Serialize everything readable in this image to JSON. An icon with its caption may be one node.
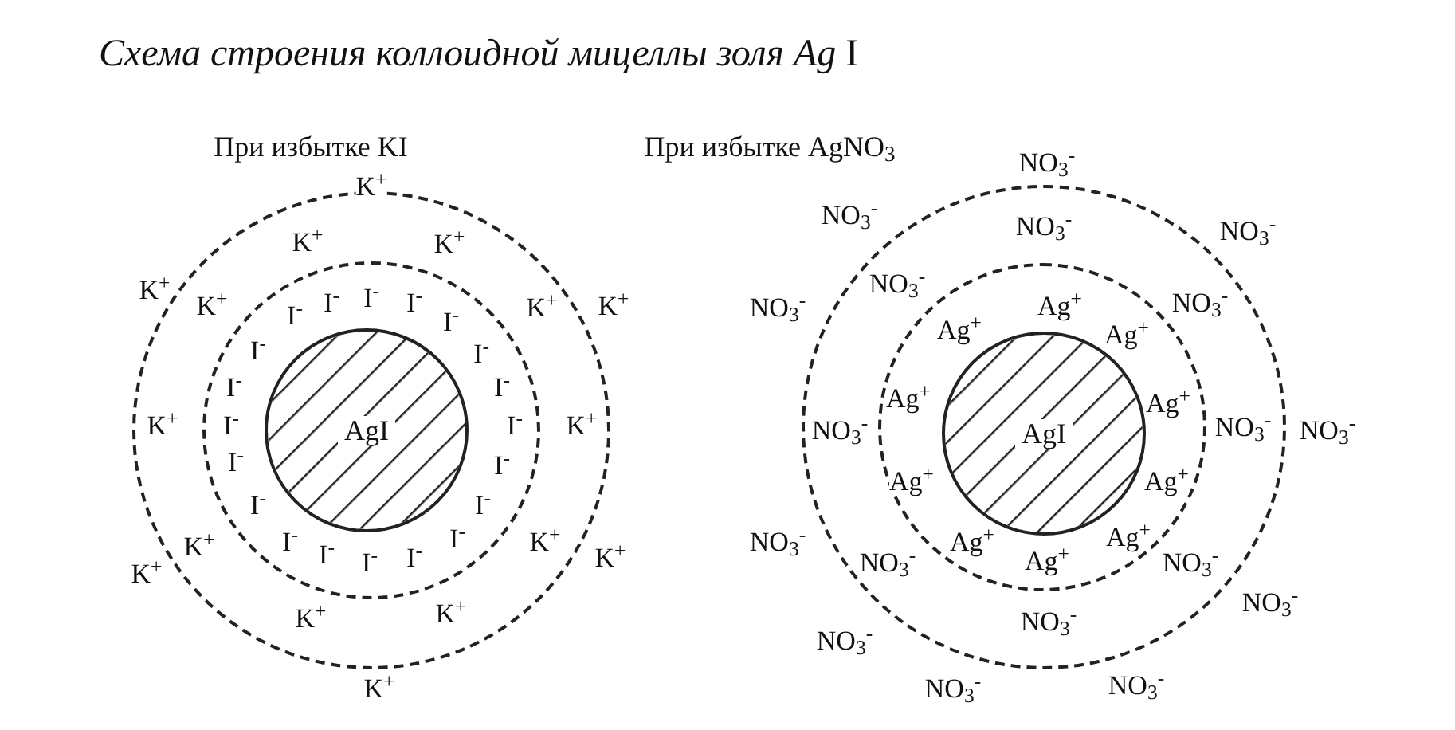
{
  "diagram": {
    "title": "*Схема строения коллоидной мицеллы золя Ag* I",
    "nodes": [
      {
        "text": [],
        "shape": "circle"
      },
      {
        "text": [],
        "shape": "circle",
        "in": 0
      },
      {
        "text": [
          "AgI"
        ],
        "in": 1
      },
      {
        "text": [],
        "shape": "circle"
      },
      {
        "text": [],
        "shape": "circle",
        "in": 3
      },
      {
        "text": [
          "AgI"
        ],
        "in": 4
      }
    ],
    "edges": [],
    "labels": [
      "При избытке KI",
      "При избытке AgNO$_{3}$",
      "K$^{+}$",
      "K$^{+}$",
      "K$^{+}$",
      "K$^{+}$",
      "K$^{+}$",
      "K$^{+}$",
      "K$^{+}$",
      "K$^{+}$",
      "K$^{+}$",
      "K$^{+}$",
      "K$^{+}$",
      "K$^{+}$",
      "K$^{+}$",
      "K$^{+}$",
      "K$^{+}$",
      "K$^{+}$",
      "I$^{-}$",
      "I$^{-}$",
      "I$^{-}$",
      "I$^{-}$",
      "I$^{-}$",
      "I$^{-}$",
      "I$^{-}$",
      "I$^{-}$",
      "I$^{-}$",
      "I$^{-}$",
      "I$^{-}$",
      "I$^{-}$",
      "I$^{-}$",
      "I$^{-}$",
      "I$^{-}$",
      "I$^{-}$",
      "I$^{-}$",
      "I$^{-}$",
      "I$^{-}$",
      "I$^{-}$",
      "NO$_{3}$$^{-}$",
      "NO$_{3}$$^{-}$",
      "NO$_{3}$$^{-}$",
      "NO$_{3}$$^{-}$",
      "NO$_{3}$$^{-}$",
      "NO$_{3}$$^{-}$",
      "NO$_{3}$$^{-}$",
      "NO$_{3}$$^{-}$",
      "NO$_{3}$$^{-}$",
      "NO$_{3}$$^{-}$",
      "NO$_{3}$$^{-}$",
      "NO$_{3}$$^{-}$",
      "NO$_{3}$$^{-}$",
      "NO$_{3}$$^{-}$",
      "NO$_{3}$$^{-}$",
      "NO$_{3}$$^{-}$",
      "NO$_{3}$$^{-}$",
      "NO$_{3}$$^{-}$",
      "Ag$^{+}$",
      "Ag$^{+}$",
      "Ag$^{+}$",
      "Ag$^{+}$",
      "Ag$^{+}$",
      "Ag$^{+}$",
      "Ag$^{+}$",
      "Ag$^{+}$",
      "Ag$^{+}$",
      "Ag$^{+}$"
    ]
  }
}
